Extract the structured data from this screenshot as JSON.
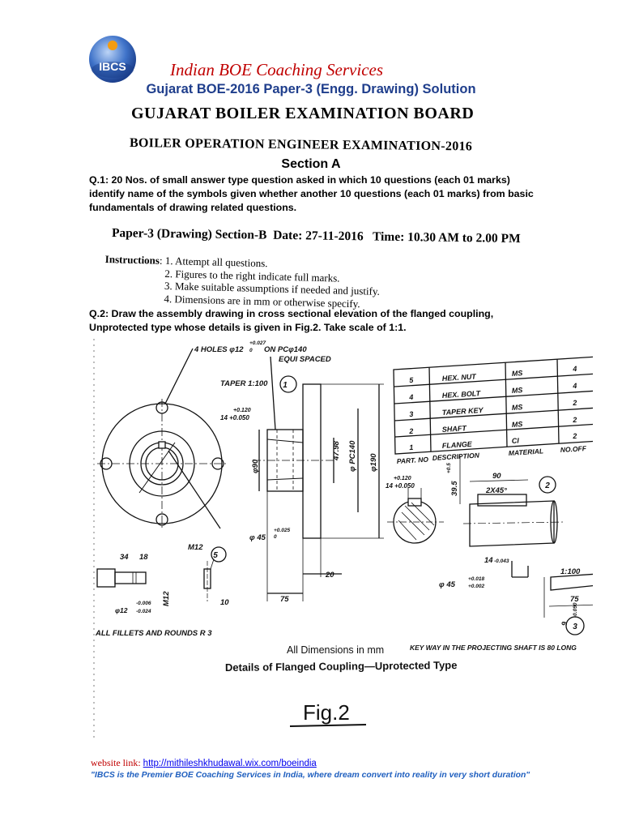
{
  "header": {
    "logo_text": "IBCS",
    "brand": "Indian BOE Coaching Services",
    "subtitle": "Gujarat BOE-2016 Paper-3 (Engg. Drawing) Solution",
    "board": "GUJARAT BOILER EXAMINATION BOARD",
    "exam": "BOILER OPERATION ENGINEER EXAMINATION-2016"
  },
  "section_title": "Section A",
  "q1": "Q.1: 20 Nos. of small answer type question asked in which 10 questions (each 01 marks) identify name of the symbols given whether another 10 questions (each 01 marks) from basic fundamentals of drawing related questions.",
  "paper_line": {
    "paper": "Paper-3 (Drawing) Section-B",
    "date": "Date: 27-11-2016",
    "time": "Time: 10.30 AM to 2.00 PM"
  },
  "instructions": {
    "label": "Instructions",
    "items": [
      "1. Attempt all questions.",
      "2. Figures to the right indicate full marks.",
      "3. Make suitable assumptions if needed and justify.",
      "4. Dimensions are in mm or otherwise specify."
    ]
  },
  "q2": "Q.2: Draw the assembly drawing in cross sectional elevation of the flanged coupling, Unprotected type whose details is given in Fig.2. Take scale of 1:1.",
  "drawing": {
    "holes_note": "4 HOLES φ12",
    "holes_tol": "+0.027",
    "holes_tol0": "0",
    "pcd_note": "ON PCφ140",
    "equi": "EQUI SPACED",
    "taper": "TAPER 1:100",
    "tol_hub_top": "+0.120",
    "tol_hub_bot": "14 +0.050",
    "d90": "φ90",
    "d4798": "47.98",
    "pc140": "φ PC140",
    "d190": "φ190",
    "d45": "φ 45",
    "d45_tol": "+0.025",
    "d45_tol0": "0",
    "dim20": "20",
    "dim75": "75",
    "m12_label": "M12",
    "dim34": "34",
    "dim18": "18",
    "dim10": "10",
    "m12": "M12",
    "bolt_dia": "φ12",
    "bolt_tol1": "-0.006",
    "bolt_tol2": "-0.024",
    "fillet_note": "ALL FILLETS AND ROUNDS R 3",
    "key_tol_top": "+0.120",
    "key_tol_bot": "14 +0.050",
    "key_depth": "39.5",
    "key_depth_tol": "+0.5",
    "dim90": "90",
    "chamfer": "2X45°",
    "shaft_key": "14",
    "shaft_key_tol": "-0.043",
    "shaft_d45": "φ 45",
    "shaft_tol1": "+0.018",
    "shaft_tol2": "+0.002",
    "key_h": "9",
    "key_h_tol": "-0.090",
    "ratio": "1:100",
    "dim75b": "75",
    "all_dims": "All Dimensions in mm",
    "keyway_note": "KEY WAY IN THE PROJECTING SHAFT IS 80 LONG",
    "caption": "Details of Flanged Coupling—Uprotected Type",
    "fig": "Fig.2",
    "callouts": [
      "1",
      "2",
      "3",
      "5"
    ],
    "table": {
      "rows": [
        [
          "5",
          "HEX. NUT",
          "MS",
          "4"
        ],
        [
          "4",
          "HEX. BOLT",
          "MS",
          "4"
        ],
        [
          "3",
          "TAPER KEY",
          "MS",
          "2"
        ],
        [
          "2",
          "SHAFT",
          "MS",
          "2"
        ],
        [
          "1",
          "FLANGE",
          "CI",
          "2"
        ]
      ],
      "header": [
        "PART. NO",
        "DESCRIPTION",
        "MATERIAL",
        "NO.OFF"
      ]
    }
  },
  "footer": {
    "link_label": "website link:",
    "link_url": "http://mithileshkhudawal.wix.com/boeindia",
    "tagline": "\"IBCS  is the Premier BOE Coaching Services in India, where dream convert into reality in very short duration\""
  },
  "colors": {
    "brand_red": "#c00000",
    "subtitle_blue": "#1f3e8c",
    "tagline_blue": "#1f5fbf",
    "logo_blue": "#2a5db0",
    "logo_orange": "#f39c12"
  }
}
